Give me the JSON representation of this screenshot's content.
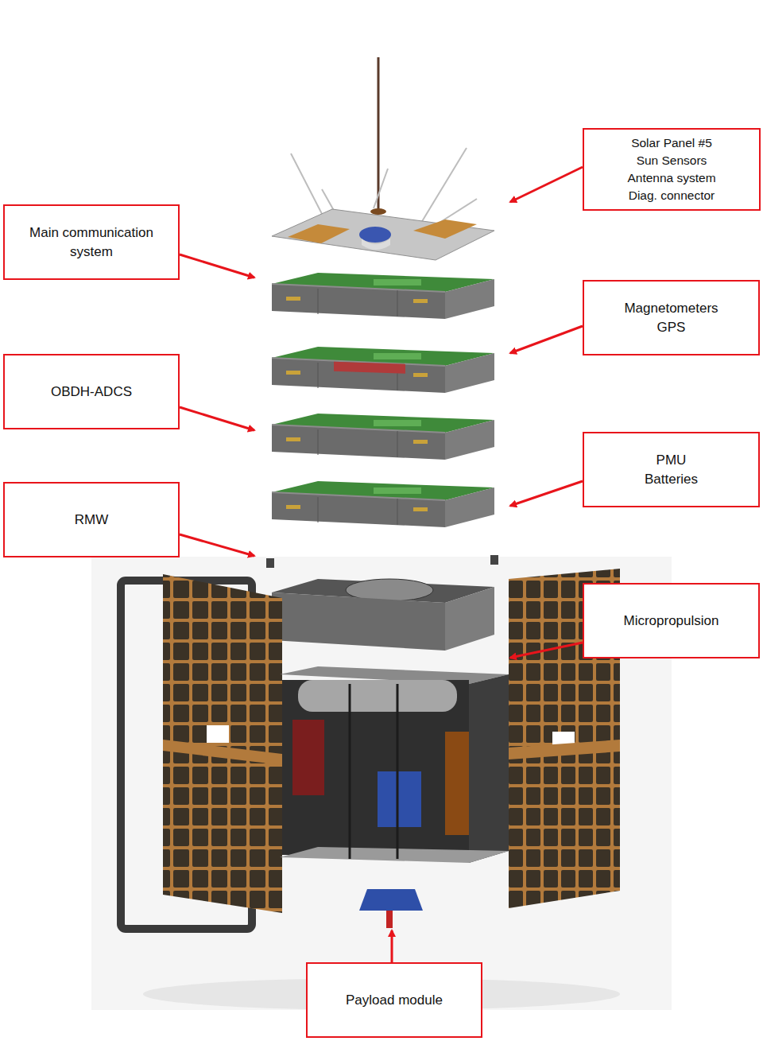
{
  "diagram": {
    "nodes": [
      {
        "text": [
          "Solar Panel #5",
          "Sun Sensors",
          "Antenna system",
          "Diag. connector"
        ]
      },
      {
        "text": [
          "Main communication system"
        ]
      },
      {
        "text": [
          "Magnetometers",
          "GPS"
        ]
      },
      {
        "text": [
          "OBDH-ADCS"
        ]
      },
      {
        "text": [
          "PMU",
          "Batteries"
        ]
      },
      {
        "text": [
          "RMW"
        ]
      },
      {
        "text": [
          "Micropropulsion"
        ]
      },
      {
        "text": [
          "Payload module"
        ]
      }
    ]
  }
}
